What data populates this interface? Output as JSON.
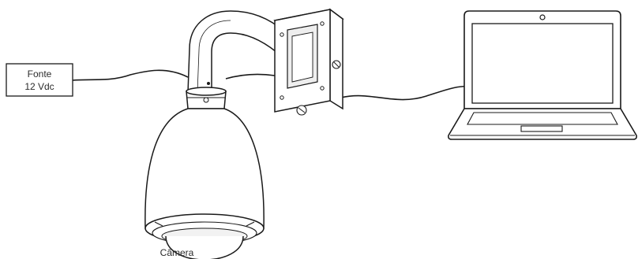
{
  "power_supply": {
    "line1": "Fonte",
    "line2": "12 Vdc"
  },
  "camera": {
    "label": "Câmera"
  },
  "colors": {
    "stroke": "#1a1a1a",
    "fill": "#ffffff",
    "shade": "#d9d9d9"
  }
}
